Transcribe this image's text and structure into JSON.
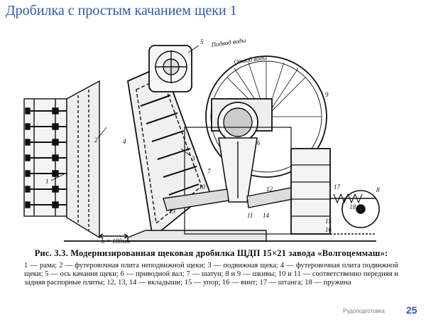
{
  "slide": {
    "title": "Дробилка с простым качанием щеки 1",
    "footer": "Рудоподготовка",
    "page_number": "25"
  },
  "figure": {
    "annotations": {
      "water_in": "Подвод воды",
      "water_out": "Отвод воды",
      "dimension": "b = 180мм"
    },
    "callouts": [
      "1",
      "2",
      "3",
      "4",
      "5",
      "6",
      "7",
      "8",
      "9",
      "10",
      "11",
      "12",
      "13",
      "14",
      "15",
      "16",
      "17",
      "18"
    ],
    "caption_title": "Рис. 3.3. Модернизированная щековая дробилка ЩДП 15×21 завода «Волгоцеммаш»:",
    "caption_legend": "1 — рама; 2 — футеровочная плита неподвижной щеки; 3 — подвижная щека; 4 — футеровочная плита подвижной щеки; 5 — ось качания щеки; 6 — приводной вал; 7 — шатун; 8 и 9 — шкивы; 10 и 11 — соответственно передняя и задняя распорные плиты; 12, 13, 14 — вкладыши; 15 — упор; 16 — винт; 17 — штанга; 18 — пружина"
  }
}
